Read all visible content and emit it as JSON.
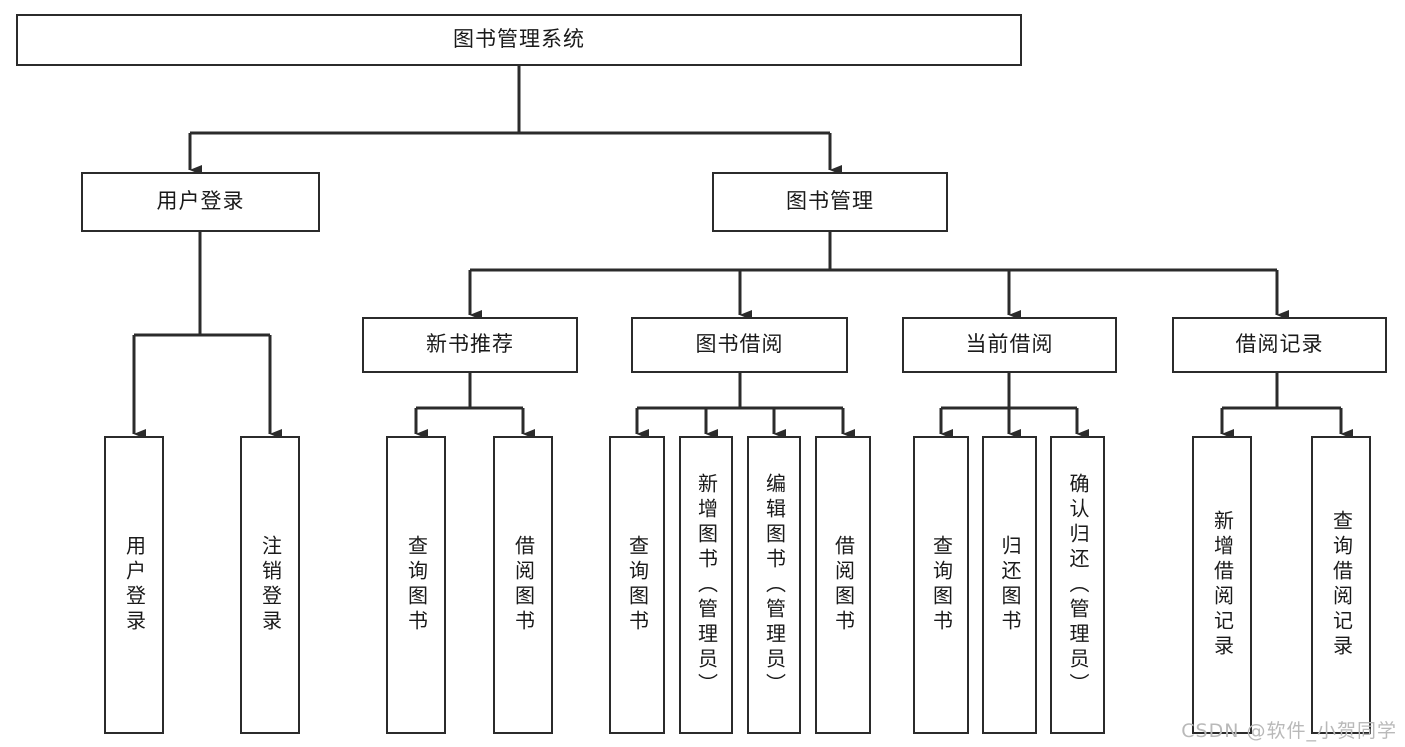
{
  "diagram": {
    "type": "tree-hierarchy-chart",
    "title": "图书管理系统",
    "orientation": "top-down",
    "colors": {
      "box_border": "#2b2b2b",
      "box_fill": "#ffffff",
      "connector": "#2b2b2b",
      "text": "#1a1a1a",
      "watermark": "#b9b9b9",
      "background": "#ffffff"
    },
    "root": {
      "label": "图书管理系统"
    },
    "level2": [
      {
        "label": "用户登录"
      },
      {
        "label": "图书管理"
      }
    ],
    "level3": [
      {
        "label": "新书推荐"
      },
      {
        "label": "图书借阅"
      },
      {
        "label": "当前借阅"
      },
      {
        "label": "借阅记录"
      }
    ],
    "leaves": [
      {
        "label": "用户登录",
        "parent": "用户登录"
      },
      {
        "label": "注销登录",
        "parent": "用户登录"
      },
      {
        "label": "查询图书",
        "parent": "新书推荐"
      },
      {
        "label": "借阅图书",
        "parent": "新书推荐"
      },
      {
        "label": "查询图书",
        "parent": "图书借阅"
      },
      {
        "label": "新增图书（管理员）",
        "parent": "图书借阅"
      },
      {
        "label": "编辑图书（管理员）",
        "parent": "图书借阅"
      },
      {
        "label": "借阅图书",
        "parent": "图书借阅"
      },
      {
        "label": "查询图书",
        "parent": "当前借阅"
      },
      {
        "label": "归还图书",
        "parent": "当前借阅"
      },
      {
        "label": "确认归还（管理员）",
        "parent": "当前借阅"
      },
      {
        "label": "新增借阅记录",
        "parent": "借阅记录"
      },
      {
        "label": "查询借阅记录",
        "parent": "借阅记录"
      }
    ]
  },
  "watermark": {
    "text": "CSDN @软件_小贺同学"
  }
}
